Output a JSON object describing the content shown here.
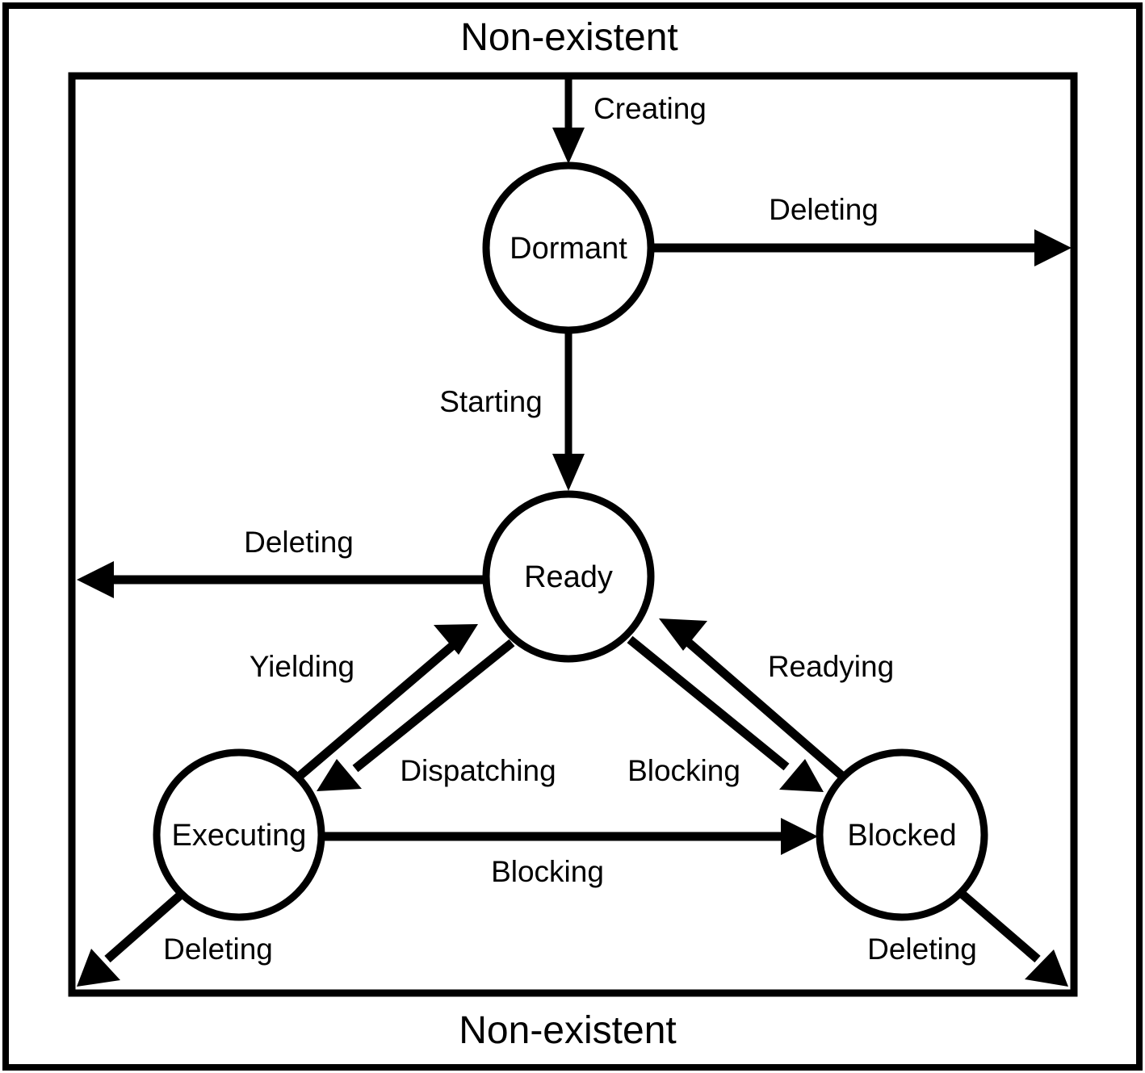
{
  "diagram": {
    "type": "state-transition-diagram",
    "title_top": "Non-existent",
    "title_bottom": "Non-existent",
    "states": [
      {
        "id": "dormant",
        "label": "Dormant"
      },
      {
        "id": "ready",
        "label": "Ready"
      },
      {
        "id": "executing",
        "label": "Executing"
      },
      {
        "id": "blocked",
        "label": "Blocked"
      }
    ],
    "transitions": [
      {
        "id": "creating",
        "label": "Creating",
        "from": "Non-existent",
        "to": "Dormant"
      },
      {
        "id": "dormant-deleting",
        "label": "Deleting",
        "from": "Dormant",
        "to": "Non-existent"
      },
      {
        "id": "starting",
        "label": "Starting",
        "from": "Dormant",
        "to": "Ready"
      },
      {
        "id": "ready-deleting",
        "label": "Deleting",
        "from": "Ready",
        "to": "Non-existent"
      },
      {
        "id": "yielding",
        "label": "Yielding",
        "from": "Executing",
        "to": "Ready"
      },
      {
        "id": "dispatching",
        "label": "Dispatching",
        "from": "Ready",
        "to": "Executing"
      },
      {
        "id": "ready-blocking",
        "label": "Blocking",
        "from": "Ready",
        "to": "Blocked"
      },
      {
        "id": "readying",
        "label": "Readying",
        "from": "Blocked",
        "to": "Ready"
      },
      {
        "id": "executing-blocking",
        "label": "Blocking",
        "from": "Executing",
        "to": "Blocked"
      },
      {
        "id": "executing-deleting",
        "label": "Deleting",
        "from": "Executing",
        "to": "Non-existent"
      },
      {
        "id": "blocked-deleting",
        "label": "Deleting",
        "from": "Blocked",
        "to": "Non-existent"
      }
    ],
    "colors": {
      "stroke": "#000000",
      "background": "#ffffff"
    }
  }
}
